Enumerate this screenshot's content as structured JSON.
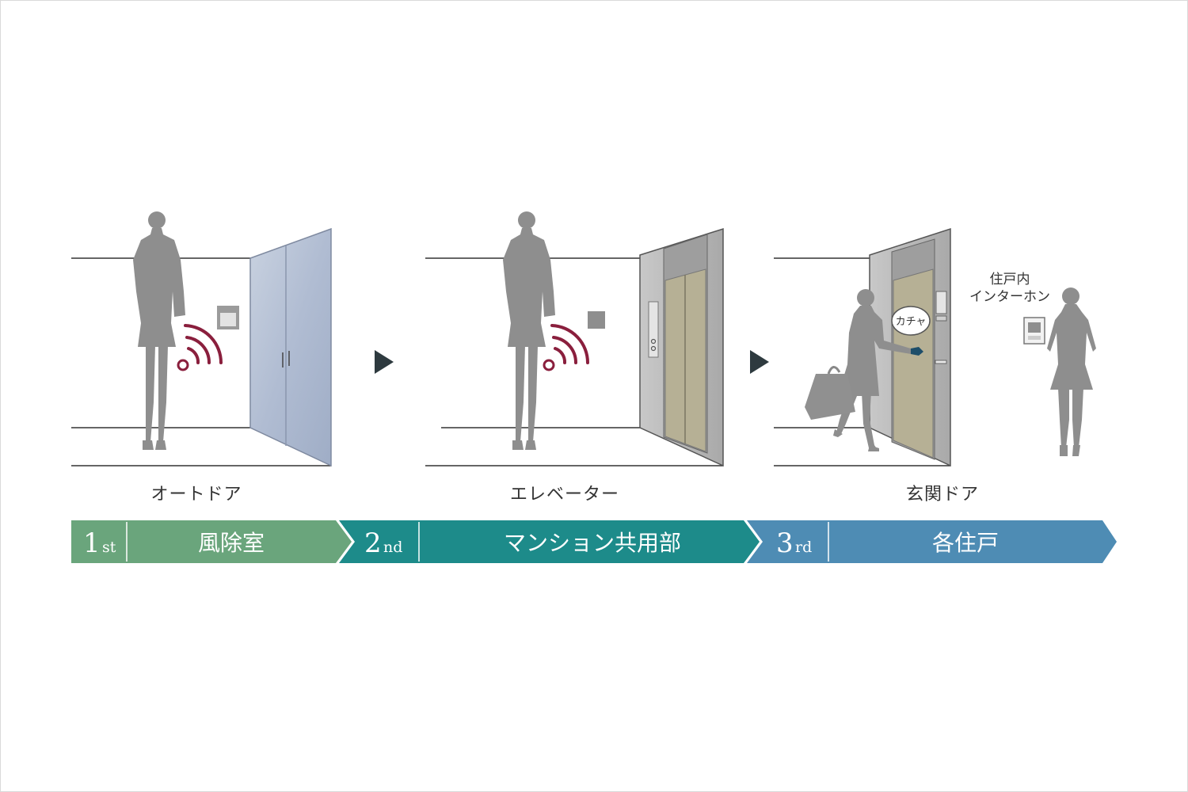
{
  "captions": {
    "step1": "オートドア",
    "step2": "エレベーター",
    "step3": "玄関ドア"
  },
  "bubble": "カチャ",
  "intercom": {
    "line1": "住戸内",
    "line2": "インターホン"
  },
  "banner": {
    "seg1": {
      "num": "1",
      "suffix": "st",
      "label": "風除室",
      "color": "#6aa57c"
    },
    "seg2": {
      "num": "2",
      "suffix": "nd",
      "label": "マンション共用部",
      "color": "#1d8b8a"
    },
    "seg3": {
      "num": "3",
      "suffix": "rd",
      "label": "各住戸",
      "color": "#4e8cb4"
    }
  },
  "colors": {
    "silhouette": "#8e8e8e",
    "signal": "#8a1f3d",
    "arrow": "#2e3a3f",
    "glass": "#b3bfd4",
    "elevator_door": "#b6b095",
    "elevator_frame": "#bdbdbd"
  }
}
